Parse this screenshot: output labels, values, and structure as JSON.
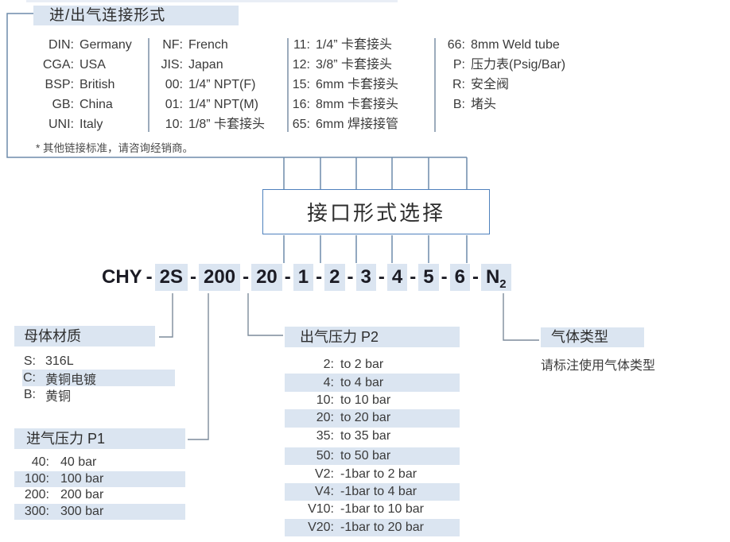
{
  "header": {
    "title": "进/出气连接形式"
  },
  "connection_table": {
    "columns": [
      {
        "items": [
          {
            "code": "DIN:",
            "label": "Germany"
          },
          {
            "code": "CGA:",
            "label": "USA"
          },
          {
            "code": "BSP:",
            "label": "British"
          },
          {
            "code": "GB:",
            "label": "China"
          },
          {
            "code": "UNI:",
            "label": "Italy"
          }
        ]
      },
      {
        "items": [
          {
            "code": "NF:",
            "label": "French"
          },
          {
            "code": "JIS:",
            "label": "Japan"
          },
          {
            "code": "00:",
            "label": "1/4”  NPT(F)"
          },
          {
            "code": "01:",
            "label": "1/4”  NPT(M)"
          },
          {
            "code": "10:",
            "label": "1/8”  卡套接头"
          }
        ]
      },
      {
        "items": [
          {
            "code": "11:",
            "label": "1/4”  卡套接头"
          },
          {
            "code": "12:",
            "label": "3/8”  卡套接头"
          },
          {
            "code": "15:",
            "label": "6mm 卡套接头"
          },
          {
            "code": "16:",
            "label": "8mm 卡套接头"
          },
          {
            "code": "65:",
            "label": "6mm 焊接接管"
          }
        ]
      },
      {
        "items": [
          {
            "code": "66:",
            "label": "8mm Weld tube"
          },
          {
            "code": "P:",
            "label": "压力表(Psig/Bar)"
          },
          {
            "code": "R:",
            "label": "安全阀"
          },
          {
            "code": "B:",
            "label": "堵头"
          }
        ]
      }
    ],
    "note": "* 其他链接标准，请咨询经销商。"
  },
  "selection_box": {
    "label": "接口形式选择"
  },
  "model_code": {
    "prefix": "CHY",
    "segments": [
      {
        "dash": "-",
        "text": "2S",
        "highlighted": true
      },
      {
        "dash": "-",
        "text": "200",
        "highlighted": true
      },
      {
        "dash": "-",
        "text": "20",
        "highlighted": true
      },
      {
        "dash": "-",
        "text": "1",
        "highlighted": true
      },
      {
        "dash": "-",
        "text": "2",
        "highlighted": true
      },
      {
        "dash": "-",
        "text": "3",
        "highlighted": true
      },
      {
        "dash": "-",
        "text": "4",
        "highlighted": true
      },
      {
        "dash": "-",
        "text": "5",
        "highlighted": true
      },
      {
        "dash": "-",
        "text": "6",
        "highlighted": true
      },
      {
        "dash": "-",
        "text": "N",
        "sub": "2",
        "highlighted": true
      }
    ]
  },
  "sections": {
    "material": {
      "title": "母体材质",
      "items": [
        {
          "code": "S:",
          "label": "316L",
          "highlighted": false
        },
        {
          "code": "C:",
          "label": "黄铜电镀",
          "highlighted": true
        },
        {
          "code": "B:",
          "label": "黄铜",
          "highlighted": false
        }
      ]
    },
    "inlet_pressure": {
      "title": "进气压力 P1",
      "items": [
        {
          "code": "40:",
          "label": "40 bar",
          "highlighted": false
        },
        {
          "code": "100:",
          "label": "100 bar",
          "highlighted": true
        },
        {
          "code": "200:",
          "label": "200 bar",
          "highlighted": false
        },
        {
          "code": "300:",
          "label": "300 bar",
          "highlighted": true
        }
      ]
    },
    "outlet_pressure": {
      "title": "出气压力 P2",
      "items": [
        {
          "code": "2:",
          "label": "to 2 bar",
          "highlighted": false
        },
        {
          "code": "4:",
          "label": "to 4 bar",
          "highlighted": true
        },
        {
          "code": "10:",
          "label": "to 10 bar",
          "highlighted": false
        },
        {
          "code": "20:",
          "label": "to 20 bar",
          "highlighted": true
        },
        {
          "code": "35:",
          "label": "to 35 bar",
          "highlighted": false
        },
        {
          "code": "50:",
          "label": "to 50 bar",
          "highlighted": true
        },
        {
          "code": "V2:",
          "label": "-1bar to 2 bar",
          "highlighted": false
        },
        {
          "code": "V4:",
          "label": "-1bar to 4 bar",
          "highlighted": true
        },
        {
          "code": "V10:",
          "label": "-1bar to 10 bar",
          "highlighted": false
        },
        {
          "code": "V20:",
          "label": "-1bar to 20 bar",
          "highlighted": true
        }
      ]
    },
    "gas_type": {
      "title": "气体类型",
      "description": "请标注使用气体类型"
    }
  },
  "colors": {
    "highlight": "#dbe5f1",
    "box_border": "#4f81bd",
    "connector_blue": "#6e8cab",
    "connector_gray": "#7d8c9b"
  }
}
